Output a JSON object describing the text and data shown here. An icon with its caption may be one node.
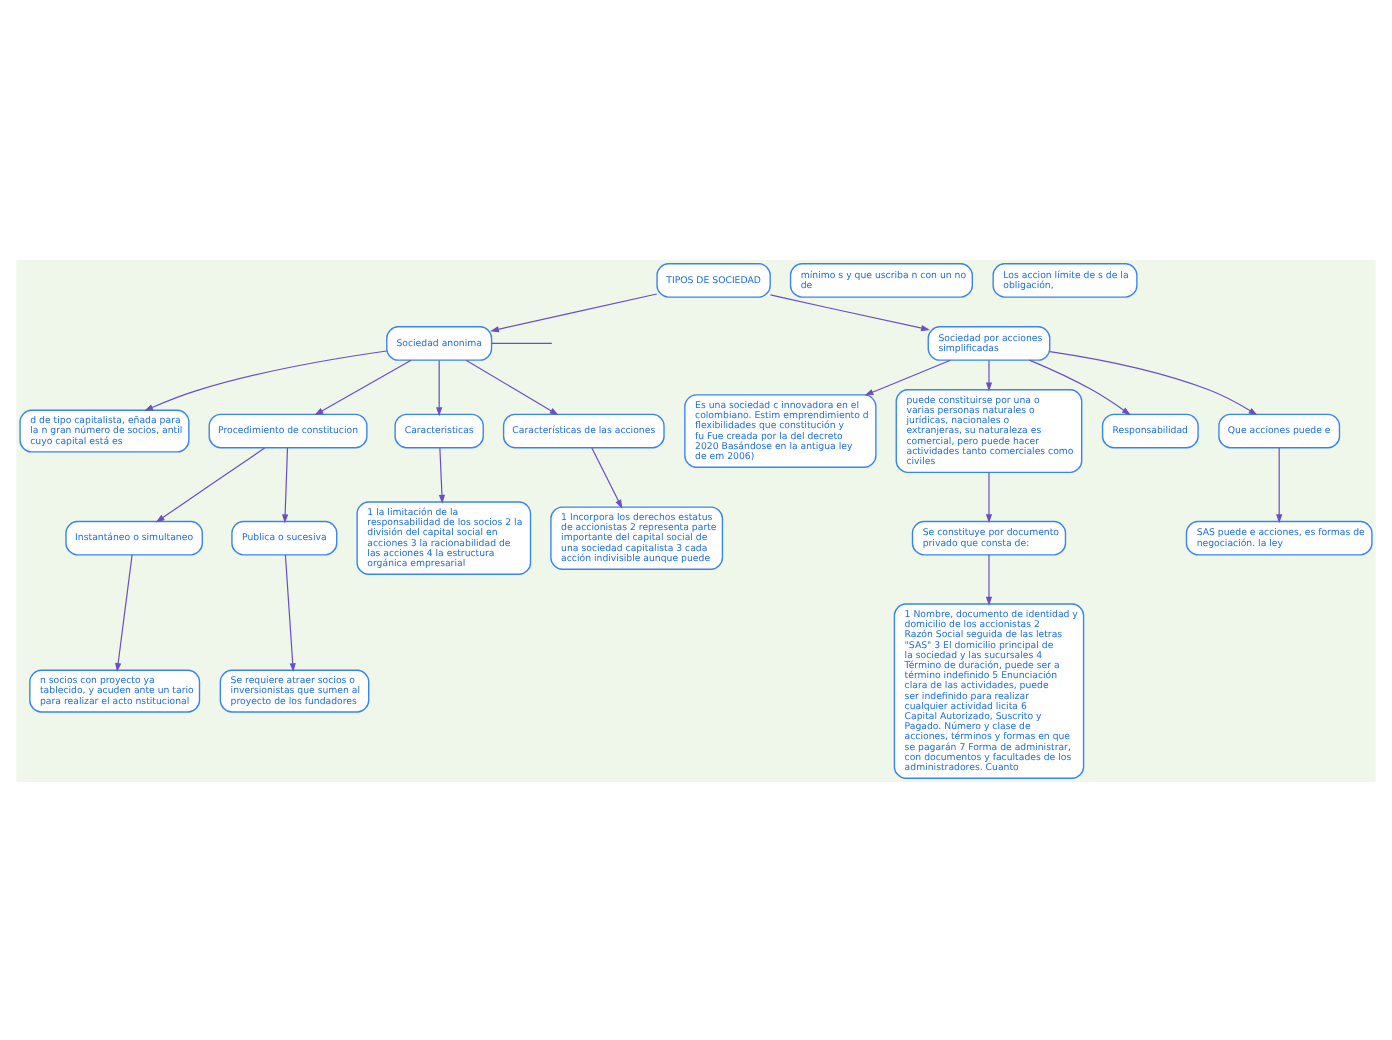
{
  "diagram": {
    "nodes": [
      {
        "text": [
          "TIPOS DE SOCIEDAD"
        ]
      },
      {
        "text": [
          "Sociedad anonima"
        ]
      },
      {
        "text": [
          "d de tipo capitalista, eñada para la n gran número de socios, antil cuyo capital está es"
        ]
      },
      {
        "text": [
          "Procedimiento de constitucion"
        ]
      },
      {
        "text": [
          "Caracteristicas"
        ]
      },
      {
        "text": [
          "Instantáneo o simultaneo"
        ]
      },
      {
        "text": [
          "Publica o sucesiva"
        ]
      },
      {
        "text": [
          "n socios con proyecto ya tablecido, y acuden ante un tario para realizar el acto nstitucional"
        ]
      },
      {
        "text": [
          "mínimo s y que uscriba n con un no de"
        ]
      },
      {
        "text": [
          "Se requiere atraer socios o inversionistas que sumen al proyecto de los fundadores"
        ]
      },
      {
        "text": [
          "Características de las acciones"
        ]
      },
      {
        "text": [
          "1 Incorpora los derechos estatus de accionistas 2 representa parte importante del capital social de una sociedad capitalista 3 cada acción indivisible aunque puede"
        ]
      },
      {
        "text": [
          "1 la limitación de la responsabilidad de los socios 2 la división del capital social en acciones 3 la racionabilidad de las acciones 4 la estructura orgánica empresarial"
        ]
      },
      {
        "text": [
          "Sociedad por acciones simplificadas"
        ]
      },
      {
        "text": [
          "Es una sociedad c innovadora en el colombiano. Estim emprendimiento d flexibilidades que constitución y fu Fue creada por la del decreto 2020 Basándose en la antigua ley de em 2006)"
        ]
      },
      {
        "text": [
          "puede constituirse por una o varias personas naturales o jurídicas, nacionales o extranjeras, su naturaleza es comercial, pero puede hacer actividades tanto comerciales como civiles"
        ]
      },
      {
        "text": [
          "Responsabilidad"
        ]
      },
      {
        "text": [
          "Se constituye por documento privado que consta de:"
        ]
      },
      {
        "text": [
          "Los accion límite de s de la obligación,"
        ]
      },
      {
        "text": [
          "1 Nombre, documento de identidad y domicilio de los accionistas 2 Razón Social seguida de las letras \"SAS\" 3 El domicilio principal de la sociedad y las sucursales 4 Término de duración, puede ser a término indefinido 5 Enunciación clara de las actividades, puede ser indefinido para realizar cualquier actividad licita 6 Capital Autorizado, Suscrito y Pagado. Número y clase de acciones, términos y formas en que se pagarán 7 Forma de administrar, con documentos y facultades de los administradores. Cuanto"
        ]
      },
      {
        "text": [
          "Que acciones puede e"
        ]
      },
      {
        "text": [
          "SAS puede e acciones, es formas de negociación. la ley"
        ]
      }
    ],
    "edges": [
      {
        "from": 0,
        "to": 1,
        "arrow": "to"
      },
      {
        "from": 0,
        "to": 13,
        "arrow": "to"
      },
      {
        "from": 1,
        "to": 2,
        "arrow": "to"
      },
      {
        "from": 1,
        "to": null,
        "arrow": "none"
      },
      {
        "from": 1,
        "to": 3,
        "arrow": "to"
      },
      {
        "from": 1,
        "to": 10,
        "arrow": "to"
      },
      {
        "from": 1,
        "to": 4,
        "arrow": "to"
      },
      {
        "from": 3,
        "to": 5,
        "arrow": "to"
      },
      {
        "from": 3,
        "to": 6,
        "arrow": "to"
      },
      {
        "from": 5,
        "to": 7,
        "arrow": "to"
      },
      {
        "from": 6,
        "to": 9,
        "arrow": "to"
      },
      {
        "from": 4,
        "to": 12,
        "arrow": "to"
      },
      {
        "from": 10,
        "to": 11,
        "arrow": "to"
      },
      {
        "from": 13,
        "to": 14,
        "arrow": "to"
      },
      {
        "from": 13,
        "to": 15,
        "arrow": "to"
      },
      {
        "from": 13,
        "to": 20,
        "arrow": "to"
      },
      {
        "from": 13,
        "to": 16,
        "arrow": "to"
      },
      {
        "from": 15,
        "to": 17,
        "arrow": "to"
      },
      {
        "from": 17,
        "to": 19,
        "arrow": "to"
      },
      {
        "from": 20,
        "to": 21,
        "arrow": "to"
      }
    ]
  }
}
